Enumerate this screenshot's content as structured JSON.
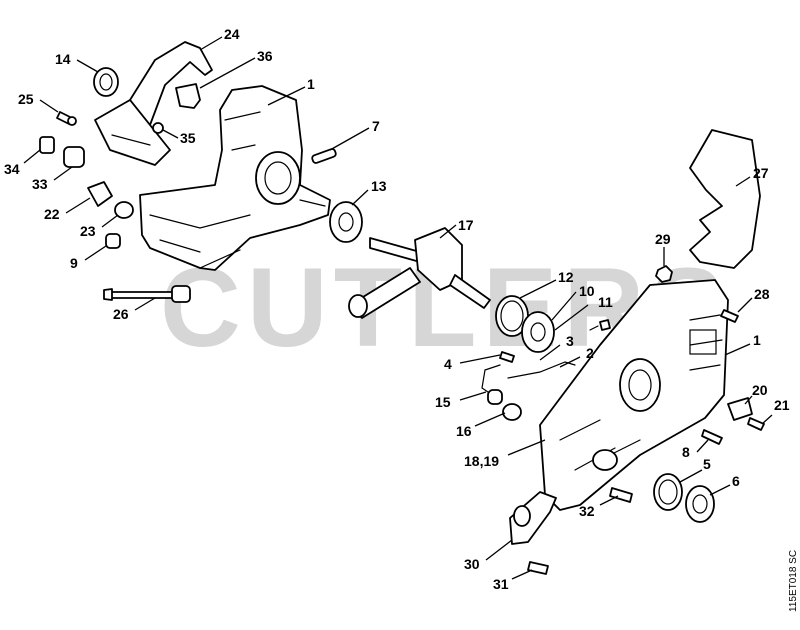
{
  "watermark": "CUTLERS",
  "drawing_code": "115ET018 SC",
  "callouts": {
    "c24": "24",
    "c36": "36",
    "c14": "14",
    "c1a": "1",
    "c25": "25",
    "c7": "7",
    "c35": "35",
    "c34": "34",
    "c33": "33",
    "c13": "13",
    "c22": "22",
    "c23": "23",
    "c17": "17",
    "c9": "9",
    "c27": "27",
    "c29": "29",
    "c12": "12",
    "c10": "10",
    "c11": "11",
    "c26": "26",
    "c28": "28",
    "c3": "3",
    "c4": "4",
    "c2": "2",
    "c1b": "1",
    "c15": "15",
    "c20": "20",
    "c21": "21",
    "c16": "16",
    "c8": "8",
    "c1819": "18,19",
    "c5": "5",
    "c6": "6",
    "c32": "32",
    "c30": "30",
    "c31": "31"
  }
}
